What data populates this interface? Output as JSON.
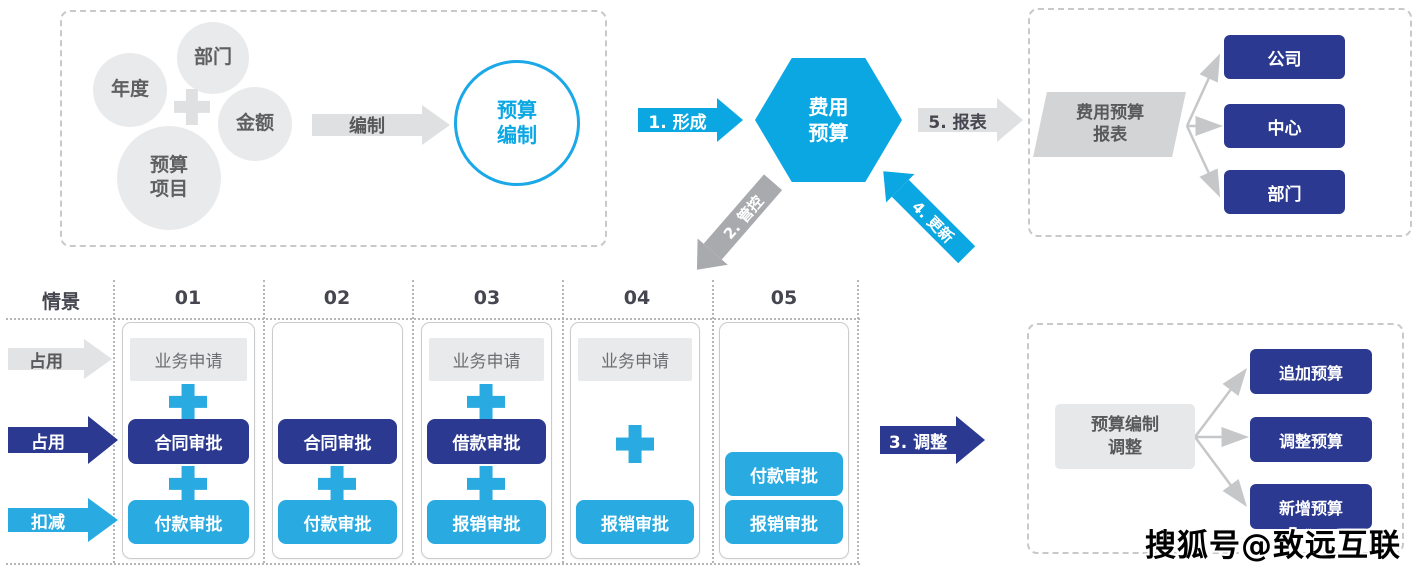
{
  "colors": {
    "blue": "#0aa7e3",
    "lightblue": "#29abe2",
    "navy": "#2b3990",
    "gray_fill": "#e9eaeb",
    "gray_arrow": "#dfe0e2",
    "gray_mid": "#a8aaad",
    "text_dark": "#45464f",
    "text_gray": "#58595b"
  },
  "compile_box": {
    "bubbles": {
      "year": "年度",
      "department": "部门",
      "amount": "金额",
      "budget_item": "预算\n项目"
    },
    "arrow_label": "编制",
    "result_circle": "预算\n编制"
  },
  "hexagon": {
    "label": "费用\n预算"
  },
  "flow": {
    "step1": "1. 形成",
    "step2": "2. 管控",
    "step3": "3. 调整",
    "step4": "4. 更新",
    "step5": "5. 报表"
  },
  "report_box": {
    "source": "费用预算\n报表",
    "targets": [
      "公司",
      "中心",
      "部门"
    ]
  },
  "scenario": {
    "row_header": "情景",
    "col_headers": [
      "01",
      "02",
      "03",
      "04",
      "05"
    ],
    "row_arrows": [
      {
        "label": "占用",
        "style": "gray"
      },
      {
        "label": "占用",
        "style": "navy"
      },
      {
        "label": "扣减",
        "style": "blue"
      }
    ],
    "columns": {
      "c1": {
        "top": "业务申请",
        "mid": "合同审批",
        "bottom": "付款审批"
      },
      "c2": {
        "mid": "合同审批",
        "bottom": "付款审批"
      },
      "c3": {
        "top": "业务申请",
        "mid": "借款审批",
        "bottom": "报销审批"
      },
      "c4": {
        "top": "业务申请",
        "bottom": "报销审批"
      },
      "c5": {
        "upper": "付款审批",
        "bottom": "报销审批"
      }
    }
  },
  "adjust_box": {
    "source": "预算编制\n调整",
    "targets": [
      "追加预算",
      "调整预算",
      "新增预算"
    ]
  },
  "watermark": "搜狐号@致远互联"
}
